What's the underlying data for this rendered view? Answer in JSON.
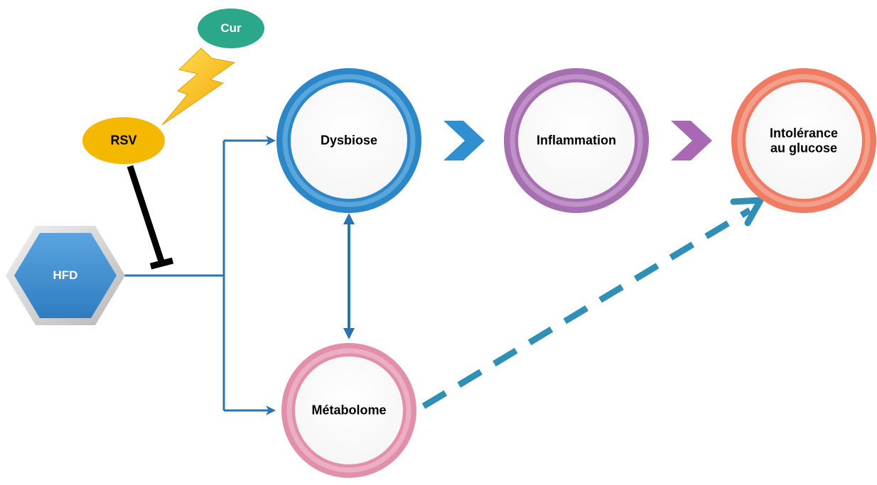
{
  "nodes": {
    "cur": {
      "label": "Cur",
      "color": "#2aa889"
    },
    "rsv": {
      "label": "RSV",
      "color": "#f5b800"
    },
    "hfd": {
      "label": "HFD",
      "color": "#3e8fd1"
    },
    "dysbiose": {
      "label": "Dysbiose",
      "color": "#2c87c8"
    },
    "inflammation": {
      "label": "Inflammation",
      "color": "#a66fb0"
    },
    "intolerance": {
      "line1": "Intolérance",
      "line2": "au glucose",
      "color": "#ee7b62"
    },
    "metabolome": {
      "label": "Métabolome",
      "color": "#e28fab"
    }
  },
  "colors": {
    "flow": "#2a73b3",
    "inhibit": "#000000",
    "dashed": "#2f8fb5",
    "chevron1": "#2f8fd0",
    "chevron2": "#a868b4",
    "lightning": "#f5c21b"
  }
}
